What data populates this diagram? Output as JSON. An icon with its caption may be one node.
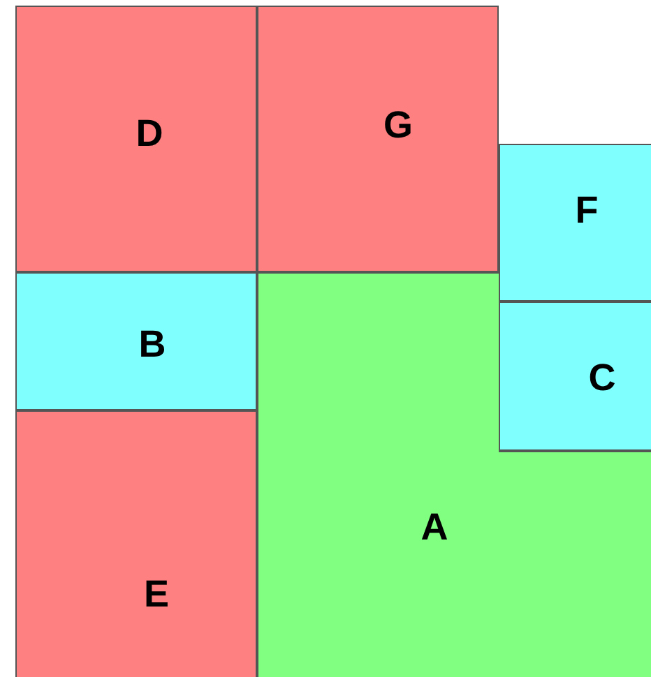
{
  "diagram": {
    "nodes": [
      {
        "text": [
          "D"
        ]
      },
      {
        "text": [
          "G"
        ]
      },
      {
        "text": [
          "F"
        ]
      },
      {
        "text": [
          "B"
        ]
      },
      {
        "text": [
          "C"
        ]
      },
      {
        "text": [
          "A"
        ]
      },
      {
        "text": [
          "E"
        ]
      }
    ]
  }
}
